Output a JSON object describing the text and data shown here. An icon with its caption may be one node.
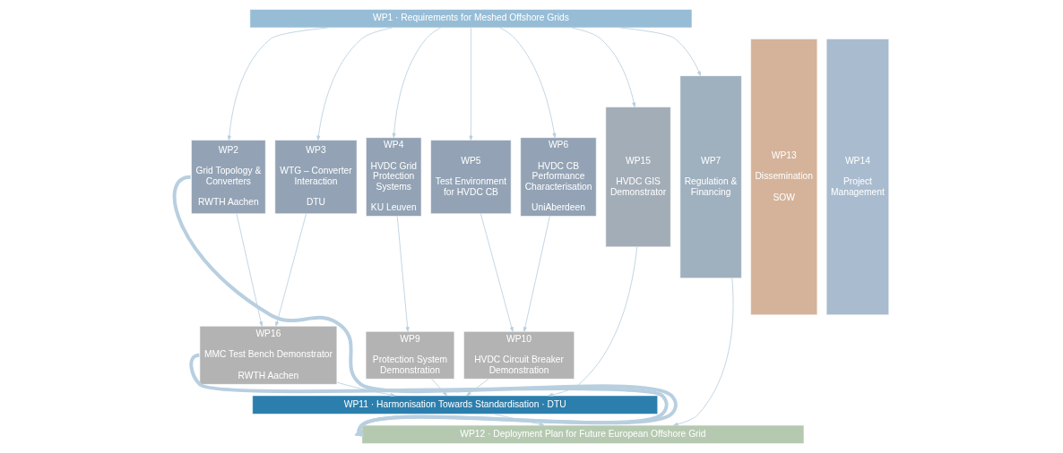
{
  "diagram": {
    "nodes": [
      {
        "text": [
          "WP1 · Requirements for Meshed Offshore Grids"
        ]
      },
      {
        "text": [
          "WP2",
          "Grid Topology & Converters",
          "RWTH Aachen"
        ]
      },
      {
        "text": [
          "WP3",
          "WTG – Converter Interaction",
          "DTU"
        ]
      },
      {
        "text": [
          "WP4",
          "HVDC Grid Protection Systems",
          "KU Leuven"
        ]
      },
      {
        "text": [
          "WP5",
          "Test Environment for HVDC CB"
        ]
      },
      {
        "text": [
          "WP6",
          "HVDC CB Performance Characterisation",
          "UniAberdeen"
        ]
      },
      {
        "text": [
          "WP15",
          "HVDC GIS Demonstrator"
        ]
      },
      {
        "text": [
          "WP7",
          "Regulation & Financing"
        ]
      },
      {
        "text": [
          "WP13",
          "Dissemination",
          "SOW"
        ]
      },
      {
        "text": [
          "WP14",
          "Project Management"
        ]
      },
      {
        "text": [
          "WP16",
          "MMC Test Bench Demonstrator",
          "RWTH Aachen"
        ]
      },
      {
        "text": [
          "WP9",
          "Protection System Demonstration"
        ]
      },
      {
        "text": [
          "WP10",
          "HVDC Circuit Breaker Demonstration"
        ]
      },
      {
        "text": [
          "WP11 · Harmonisation Towards Standardisation · DTU"
        ]
      },
      {
        "text": [
          "WP12 · Deployment Plan for Future European Offshore Grid"
        ]
      }
    ],
    "edges": [
      {
        "from": 0,
        "to": 1,
        "arrow": "to"
      },
      {
        "from": 0,
        "to": 2,
        "arrow": "to"
      },
      {
        "from": 0,
        "to": 3,
        "arrow": "to"
      },
      {
        "from": 0,
        "to": 4,
        "arrow": "to"
      },
      {
        "from": 0,
        "to": 5,
        "arrow": "to"
      },
      {
        "from": 0,
        "to": 6,
        "arrow": "to"
      },
      {
        "from": 0,
        "to": 7,
        "arrow": "to"
      },
      {
        "from": 1,
        "to": 10,
        "arrow": "to"
      },
      {
        "from": 2,
        "to": 10,
        "arrow": "to"
      },
      {
        "from": 3,
        "to": 11,
        "arrow": "to"
      },
      {
        "from": 4,
        "to": 12,
        "arrow": "to"
      },
      {
        "from": 5,
        "to": 12,
        "arrow": "to"
      },
      {
        "from": 10,
        "to": 13,
        "arrow": "to"
      },
      {
        "from": 11,
        "to": 13,
        "arrow": "to"
      },
      {
        "from": 12,
        "to": 13,
        "arrow": "to"
      },
      {
        "from": 6,
        "to": 13,
        "arrow": "to"
      },
      {
        "from": 13,
        "to": 14,
        "arrow": "to"
      },
      {
        "from": 7,
        "to": 14,
        "arrow": "to"
      },
      {
        "from": 1,
        "to": 14,
        "arrow": "to",
        "style": "thick"
      },
      {
        "from": 10,
        "to": 14,
        "arrow": "to",
        "style": "thick"
      }
    ]
  }
}
